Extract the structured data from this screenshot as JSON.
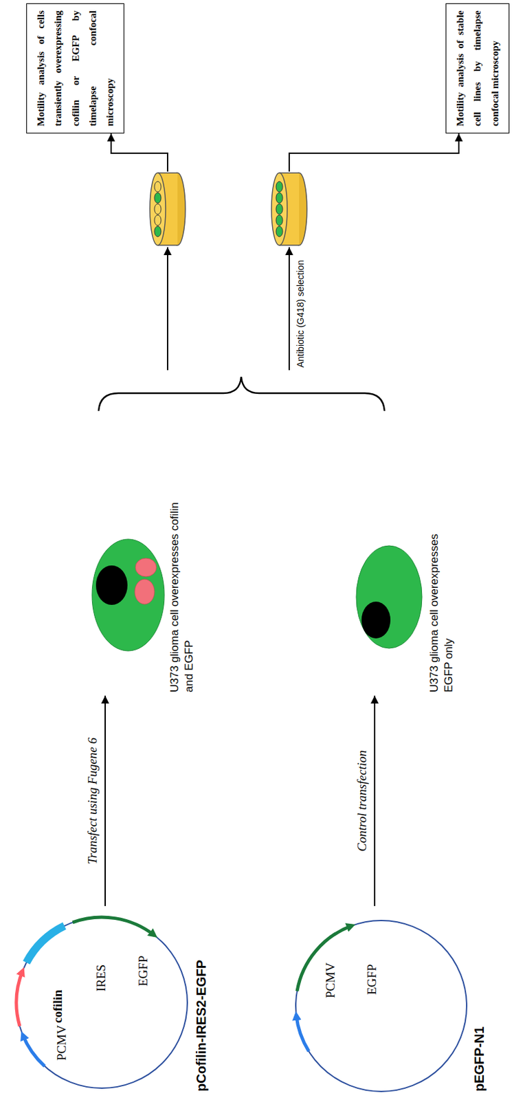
{
  "diagram": {
    "nodes": [
      {
        "text": [
          "pCofilin-IRES2-EGFP",
          "PCMV",
          "cofilin",
          "IRES",
          "EGFP"
        ]
      },
      {
        "text": [
          "pEGFP-N1",
          "PCMV",
          "EGFP"
        ]
      },
      {
        "text": [
          "U373 glioma cell overexpresses cofilin and EGFP"
        ]
      },
      {
        "text": [
          "U373 glioma cell overexpresses EGFP only"
        ]
      },
      {
        "text": [
          "Motility analysis of cells transiently overexpressing cofilin or EGFP by timelapse confocal microscopy"
        ]
      },
      {
        "text": [
          "Motility analysis of stable cell lines by timelapse confocal microscopy"
        ]
      }
    ],
    "edges": [
      {
        "from": 0,
        "to": 2,
        "arrow": "to",
        "label": "Transfect using Fugene 6"
      },
      {
        "from": 1,
        "to": 3,
        "arrow": "to",
        "label": "Control transfection"
      }
    ],
    "labels": [
      "Antibiotic (G418) selection"
    ]
  }
}
